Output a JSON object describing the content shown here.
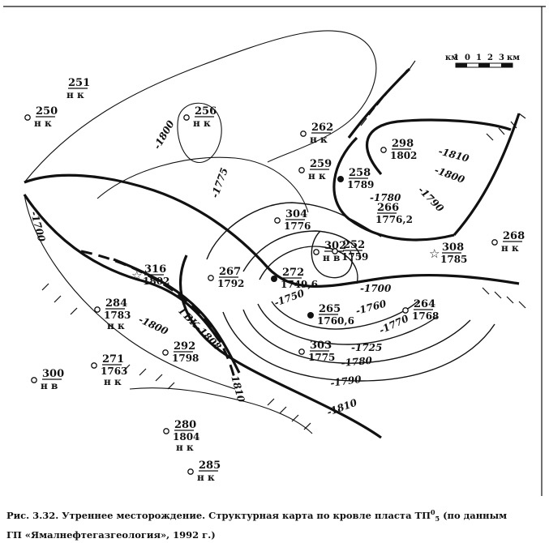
{
  "caption": {
    "line1_a": "Рис. 3.32. Утреннее месторождение. Структурная карта по кровле пласта ТП",
    "line1_sup": "0",
    "line1_sub": "5",
    "line1_b": " (по данным",
    "line2": "ГП «Ямалнефтегазгеология», 1992 г.)"
  },
  "scale": {
    "unit_left": "км",
    "ticks": [
      "1",
      "0",
      "1",
      "2",
      "3"
    ],
    "unit_right": "км"
  },
  "wells": [
    {
      "num": "251",
      "val": "н к",
      "type": "none"
    },
    {
      "num": "250",
      "val": "н к",
      "type": "dry"
    },
    {
      "num": "256",
      "val": "н к",
      "type": "dry"
    },
    {
      "num": "262",
      "val": "н к",
      "type": "dry"
    },
    {
      "num": "298",
      "val": "1802",
      "type": "dry"
    },
    {
      "num": "259",
      "val": "н к",
      "type": "dry"
    },
    {
      "num": "258",
      "val": "1789",
      "type": "oil"
    },
    {
      "num": "266",
      "val": "1776,2",
      "type": "none"
    },
    {
      "num": "304",
      "val": "1776",
      "type": "dry"
    },
    {
      "num": "302",
      "val": "н в",
      "type": "dry"
    },
    {
      "num": "252",
      "val": "1759",
      "type": "dry"
    },
    {
      "num": "268",
      "val": "н к",
      "type": "dry"
    },
    {
      "num": "308",
      "val": "1785",
      "type": "gas"
    },
    {
      "num": "316",
      "val": "1802",
      "type": "gas"
    },
    {
      "num": "267",
      "val": "1792",
      "type": "dry"
    },
    {
      "num": "272",
      "val": "1749,6",
      "type": "oil"
    },
    {
      "num": "284",
      "val": "1783",
      "val2": "н к",
      "type": "dry"
    },
    {
      "num": "265",
      "val": "1760,6",
      "type": "oil"
    },
    {
      "num": "264",
      "val": "1768",
      "type": "dry"
    },
    {
      "num": "303",
      "val": "1775",
      "type": "dry"
    },
    {
      "num": "292",
      "val": "1798",
      "type": "dry"
    },
    {
      "num": "271",
      "val": "1763",
      "val2": "н к",
      "type": "dry"
    },
    {
      "num": "300",
      "val": "н в",
      "type": "dry"
    },
    {
      "num": "280",
      "val": "1804",
      "val2": "н к",
      "type": "dry"
    },
    {
      "num": "285",
      "val": "н к",
      "type": "dry"
    }
  ],
  "contour_labels": [
    "-1800",
    "-1775",
    "-1810",
    "-1800",
    "-1790",
    "-1780",
    "-1700",
    "-1750",
    "-1700",
    "-1760",
    "-1770",
    "-1725",
    "-1780",
    "-1790",
    "-1810",
    "-1800",
    "ГВК-1808",
    "-1810"
  ]
}
